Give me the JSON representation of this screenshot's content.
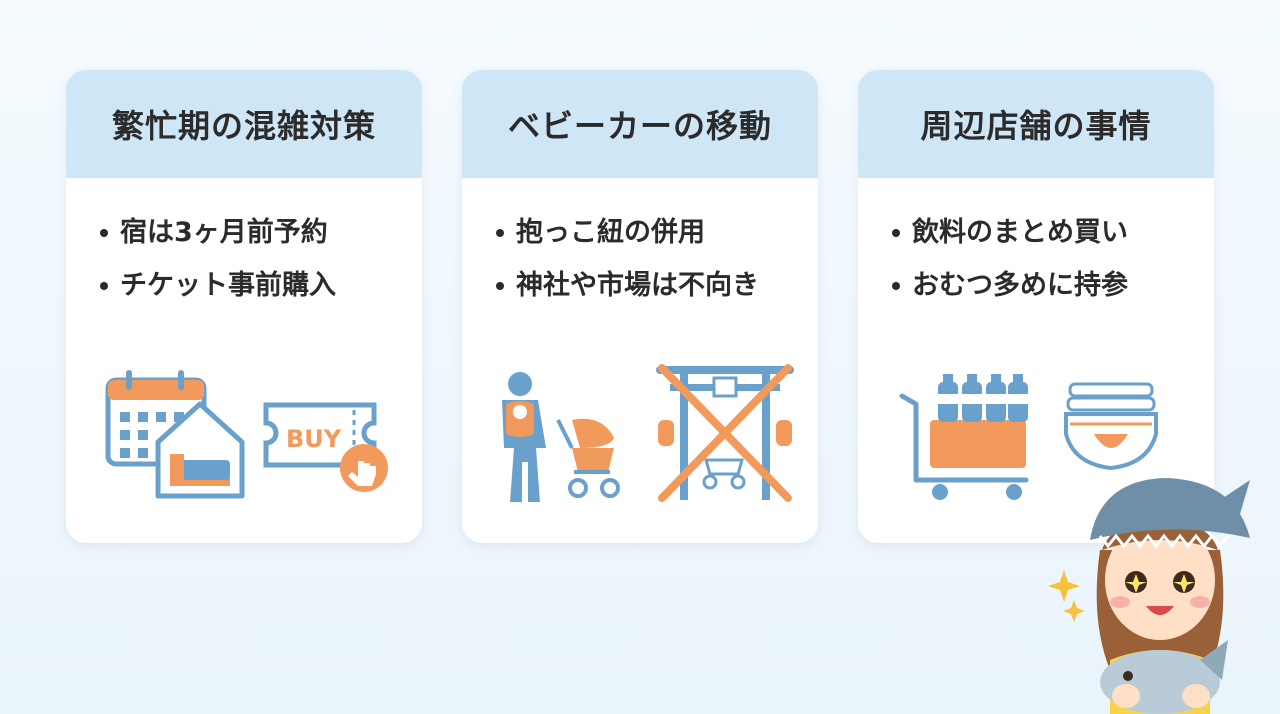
{
  "cards": [
    {
      "title": "繁忙期の混雑対策",
      "bullets": [
        "宿は3ヶ月前予約",
        "チケット事前購入"
      ],
      "ticket_text": "BUY"
    },
    {
      "title": "ベビーカーの移動",
      "bullets": [
        "抱っこ紐の併用",
        "神社や市場は不向き"
      ]
    },
    {
      "title": "周辺店舗の事情",
      "bullets": [
        "飲料のまとめ買い",
        "おむつ多めに持参"
      ]
    }
  ],
  "colors": {
    "header_bg": "#cfe6f6",
    "illus_blue": "#6aa0cc",
    "illus_orange": "#f29a5c",
    "text": "#2b2b2b"
  },
  "icons": [
    "calendar-icon",
    "lodging-icon",
    "ticket-icon",
    "tap-hand-icon",
    "baby-carrier-person-icon",
    "stroller-icon",
    "torii-gate-icon",
    "cross-mark-icon",
    "shopping-cart-icon",
    "bottles-icon",
    "diaper-icon",
    "sparkle-icon"
  ]
}
